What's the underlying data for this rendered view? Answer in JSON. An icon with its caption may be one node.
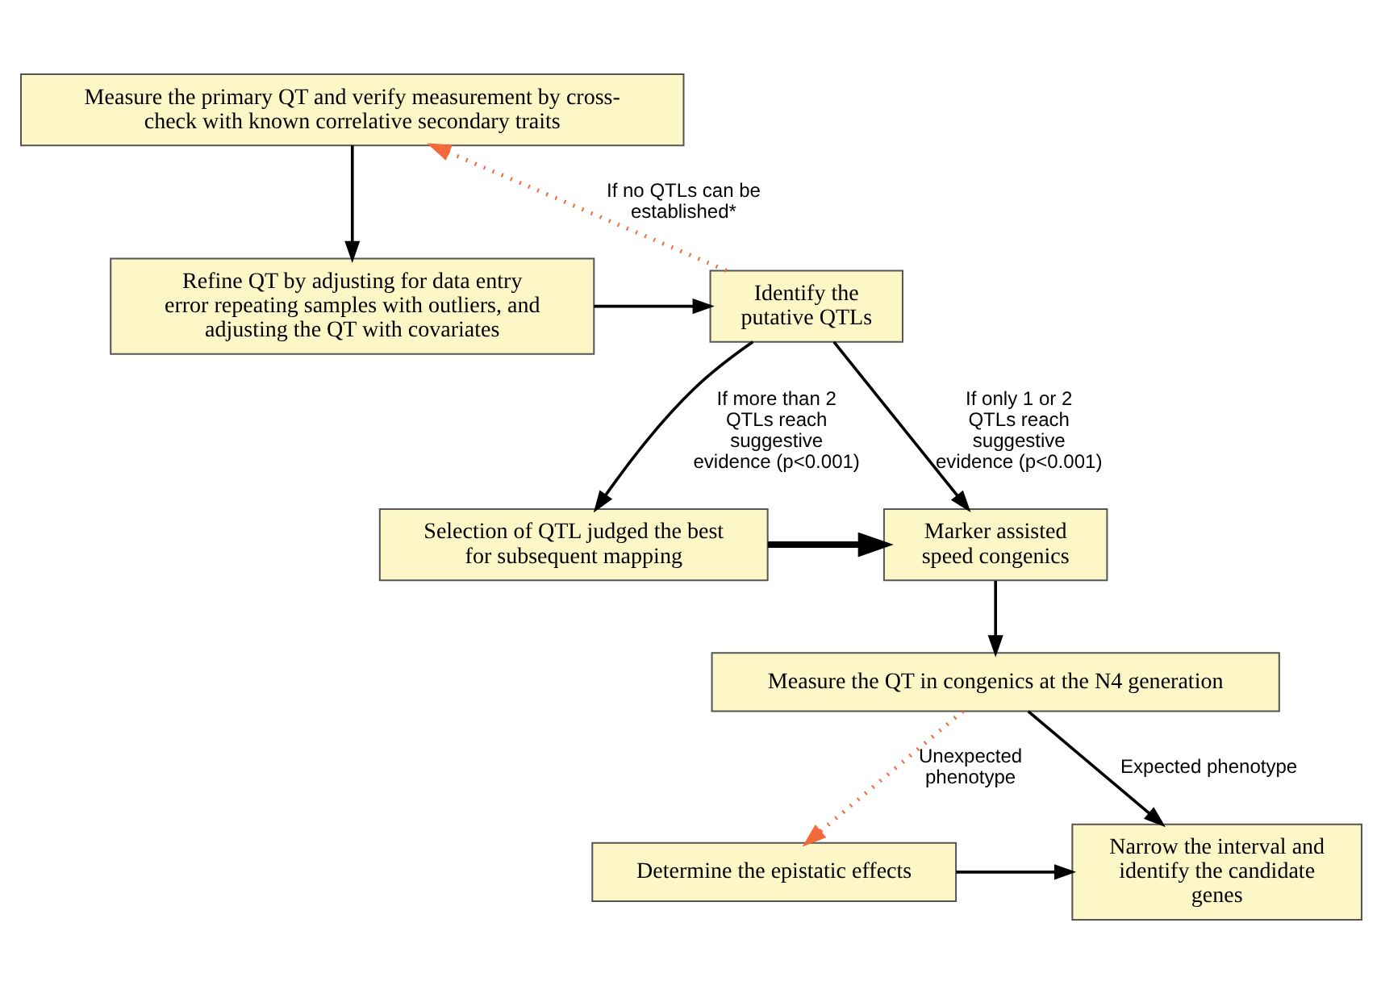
{
  "diagram": {
    "nodes": [
      {
        "text": [
          "Measure the primary QT and verify measurement by cross-check with known correlative secondary traits"
        ]
      },
      {
        "text": [
          "Refine QT by adjusting for data entry error repeating samples with outliers, and adjusting the QT with covariates"
        ]
      },
      {
        "text": [
          "Identify the putative QTLs"
        ]
      },
      {
        "text": [
          "Selection of QTL judged the best for subsequent mapping"
        ]
      },
      {
        "text": [
          "Marker assisted speed congenics"
        ]
      },
      {
        "text": [
          "Measure the QT in congenics at the N4 generation"
        ]
      },
      {
        "text": [
          "Determine the epistatic effects"
        ]
      },
      {
        "text": [
          "Narrow the interval and identify the candidate genes"
        ]
      }
    ],
    "edges": [
      {
        "from": 0,
        "to": 1,
        "arrow": "to"
      },
      {
        "from": 1,
        "to": 2,
        "arrow": "to"
      },
      {
        "from": 2,
        "to": 0,
        "arrow": "to",
        "label": "If no QTLs can be established*",
        "style": "dashed",
        "color": "#f26a3c"
      },
      {
        "from": 2,
        "to": 3,
        "arrow": "to",
        "label": "If more than 2 QTLs reach suggestive evidence (p<0.001)"
      },
      {
        "from": 2,
        "to": 4,
        "arrow": "to",
        "label": "If only 1 or 2 QTLs reach suggestive evidence (p<0.001)"
      },
      {
        "from": 3,
        "to": 4,
        "arrow": "to",
        "style": "thick"
      },
      {
        "from": 4,
        "to": 5,
        "arrow": "to"
      },
      {
        "from": 5,
        "to": 6,
        "arrow": "to",
        "label": "Unexpected phenotype",
        "style": "dashed",
        "color": "#f26a3c"
      },
      {
        "from": 5,
        "to": 7,
        "arrow": "to",
        "label": "Expected phenotype"
      },
      {
        "from": 6,
        "to": 7,
        "arrow": "to"
      }
    ]
  }
}
